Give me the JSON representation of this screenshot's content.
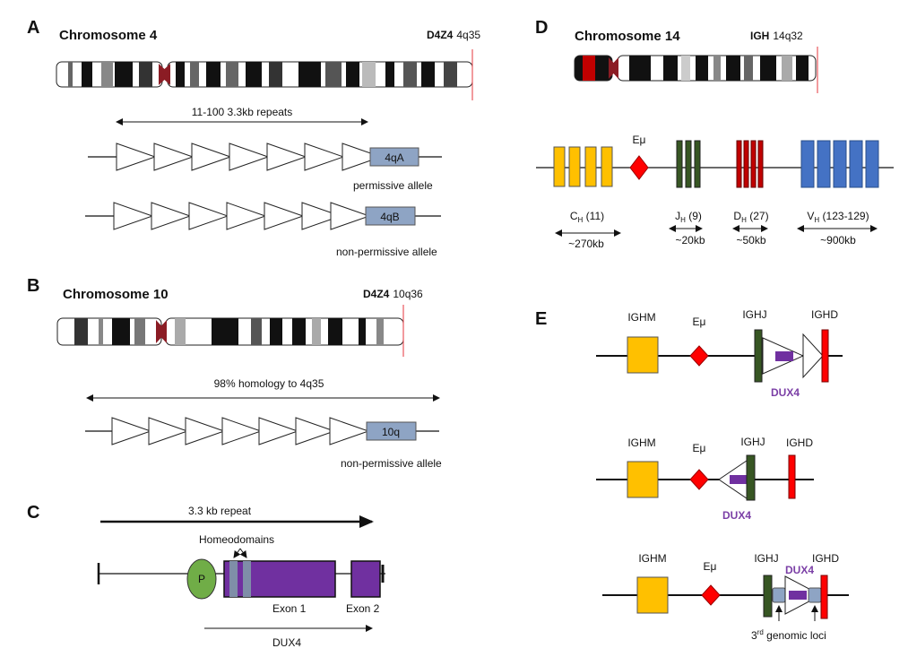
{
  "panels": {
    "A": {
      "letter": "A",
      "title": "Chromosome 4",
      "locus_bold": "D4Z4",
      "locus_band": "4q35",
      "repeat_range": "11-100 3.3kb repeats",
      "allele1_box": "4qA",
      "allele1_caption": "permissive allele",
      "allele2_box": "4qB",
      "allele2_caption": "non-permissive allele"
    },
    "B": {
      "letter": "B",
      "title": "Chromosome 10",
      "locus_bold": "D4Z4",
      "locus_band": "10q36",
      "homology": "98% homology to 4q35",
      "allele_box": "10q",
      "allele_caption": "non-permissive allele"
    },
    "C": {
      "letter": "C",
      "repeat": "3.3 kb repeat",
      "homeodomains": "Homeodomains",
      "promoter": "P",
      "exon1": "Exon 1",
      "exon2": "Exon 2",
      "gene": "DUX4"
    },
    "D": {
      "letter": "D",
      "title": "Chromosome 14",
      "locus_bold": "IGH",
      "locus_band": "14q32",
      "emu": "Eμ",
      "segments": [
        {
          "base": "C",
          "sub": "H",
          "count": "(11)",
          "size": "~270kb"
        },
        {
          "base": "J",
          "sub": "H",
          "count": "(9)",
          "size": "~20kb"
        },
        {
          "base": "D",
          "sub": "H",
          "count": "(27)",
          "size": "~50kb"
        },
        {
          "base": "V",
          "sub": "H",
          "count": "(123-129)",
          "size": "~900kb"
        }
      ]
    },
    "E": {
      "letter": "E",
      "ighm": "IGHM",
      "emu": "Eμ",
      "ighj": "IGHJ",
      "ighd": "IGHD",
      "dux4": "DUX4",
      "third_loci_sup": "rd",
      "third_loci_num": "3",
      "third_loci_text": " genomic loci"
    }
  },
  "colors": {
    "centromere": "#8b1c24",
    "red_line": "#e8585e",
    "exon_box": "#8ea4c4",
    "dux4_purple": "#7030a0",
    "homeodomain": "#7f8ea8",
    "promoter": "#70ad47",
    "ch_yellow": "#ffc000",
    "jh_green": "#375623",
    "dh_red": "#c00000",
    "vh_blue": "#4472c4",
    "emu_red": "#ff0000"
  }
}
